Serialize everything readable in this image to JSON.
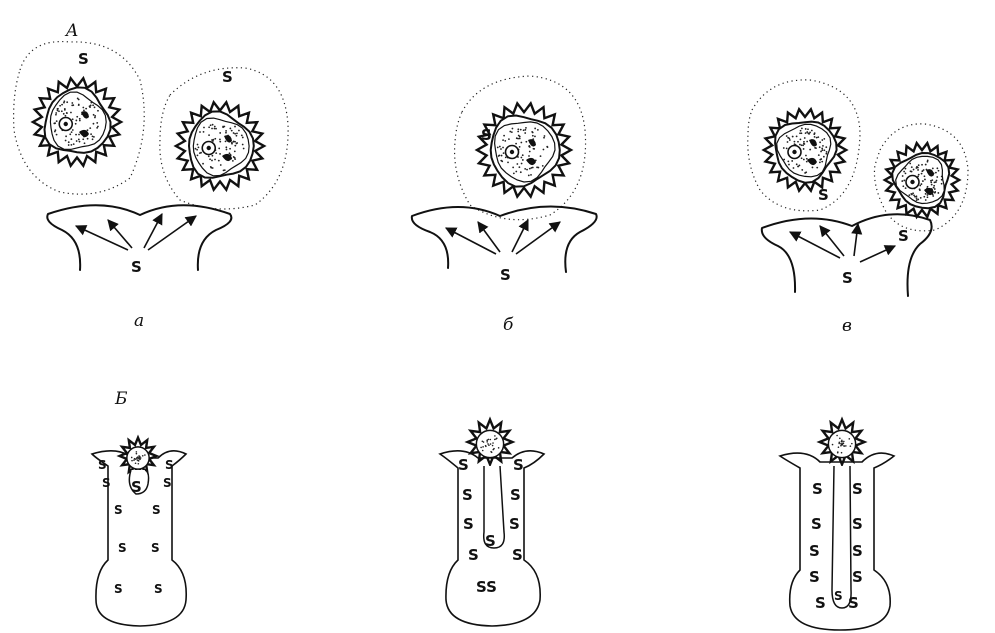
{
  "section_a": {
    "label": "A",
    "panels": [
      {
        "id": "a",
        "caption": "а",
        "s_marks": [
          "S",
          "S",
          "S"
        ]
      },
      {
        "id": "b",
        "caption": "б",
        "s_marks": [
          "S",
          "S"
        ]
      },
      {
        "id": "v",
        "caption": "в",
        "s_marks": [
          "S",
          "S",
          "S"
        ]
      }
    ]
  },
  "section_b": {
    "label": "Б",
    "s_mark": "S",
    "ss_mark": "SS"
  },
  "colors": {
    "ink": "#111111",
    "background": "#ffffff"
  }
}
